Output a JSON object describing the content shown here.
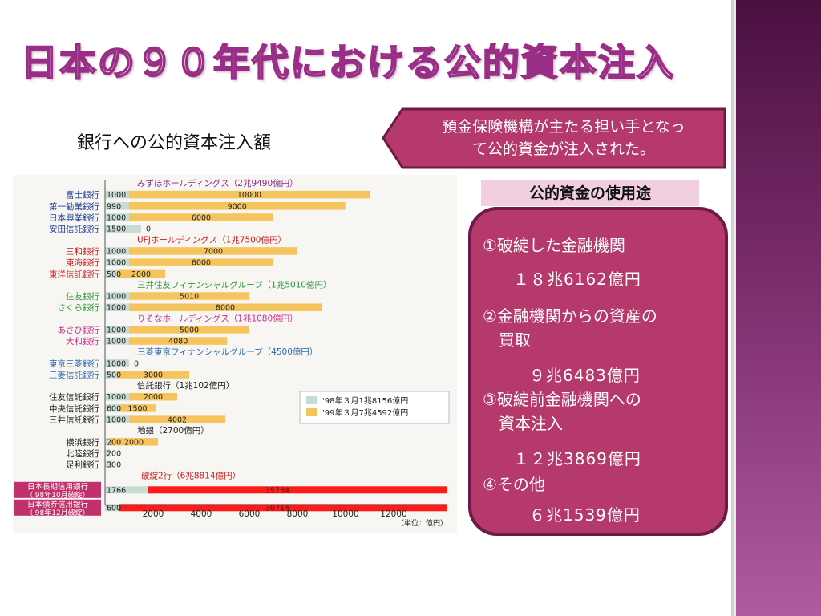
{
  "slide": {
    "title": "日本の９０年代における公的資本注入",
    "chart_heading": "銀行への公的資本注入額",
    "callout_line1": "預金保険機構が主たる担い手となっ",
    "callout_line2": "て公的資金が注入された。",
    "uses_label": "公的資金の使用途",
    "uses": [
      {
        "line1": "①破綻した金融機関",
        "line2": "",
        "amount": "１８兆6162億円"
      },
      {
        "line1": "②金融機関からの資産の",
        "line2": "買取",
        "amount": "９兆6483億円"
      },
      {
        "line1": "③破綻前金融機関への",
        "line2": "資本注入",
        "amount": "１２兆3869億円"
      },
      {
        "line1": "④その他",
        "line2": "",
        "amount": "６兆1539億円"
      }
    ],
    "colors": {
      "accent": "#b5396a",
      "sidebar": "#7a2c6c",
      "bar_1998": "#c8dcd6",
      "bar_1999": "#f6c45c",
      "bar_failed": "#ff1a1a"
    }
  },
  "chart_data": {
    "type": "bar",
    "orientation": "horizontal",
    "stacked": true,
    "xlim": [
      0,
      12000
    ],
    "xticks": [
      2000,
      4000,
      6000,
      8000,
      10000,
      12000
    ],
    "unit_label": "（単位：億円）",
    "legend": [
      {
        "label": "'98年３月1兆8156億円",
        "color": "#c8dcd6"
      },
      {
        "label": "'99年３月7兆4592億円",
        "color": "#f6c45c"
      }
    ],
    "groups": [
      {
        "name": "みずほホールディングス（2兆9490億円）",
        "color": "#8a2a8a",
        "banks": [
          {
            "label": "富士銀行",
            "color": "#1c3a9a",
            "v98": 1000,
            "v99": 10000,
            "t98": "1000",
            "t99": "10000"
          },
          {
            "label": "第一勧業銀行",
            "color": "#1c3a9a",
            "v98": 990,
            "v99": 9000,
            "t98": "990",
            "t99": "9000"
          },
          {
            "label": "日本興業銀行",
            "color": "#1c3a9a",
            "v98": 1000,
            "v99": 6000,
            "t98": "1000",
            "t99": "6000"
          },
          {
            "label": "安田信託銀行",
            "color": "#1c3a9a",
            "v98": 1500,
            "v99": 0,
            "t98": "1500",
            "t99": "0"
          }
        ]
      },
      {
        "name": "UFJホールディングス（1兆7500億円）",
        "color": "#cc1a1a",
        "banks": [
          {
            "label": "三和銀行",
            "color": "#cc1a1a",
            "v98": 1000,
            "v99": 7000,
            "t98": "1000",
            "t99": "7000"
          },
          {
            "label": "東海銀行",
            "color": "#cc1a1a",
            "v98": 1000,
            "v99": 6000,
            "t98": "1000",
            "t99": "6000"
          },
          {
            "label": "東洋信託銀行",
            "color": "#cc1a1a",
            "v98": 500,
            "v99": 2000,
            "t98": "500",
            "t99": "2000"
          }
        ]
      },
      {
        "name": "三井住友フィナンシャルグループ（1兆5010億円）",
        "color": "#2a9a3a",
        "banks": [
          {
            "label": "住友銀行",
            "color": "#2a9a3a",
            "v98": 1000,
            "v99": 5010,
            "t98": "1000",
            "t99": "5010"
          },
          {
            "label": "さくら銀行",
            "color": "#2a9a3a",
            "v98": 1000,
            "v99": 8000,
            "t98": "1000",
            "t99": "8000"
          }
        ]
      },
      {
        "name": "りそなホールディングス（1兆1080億円）",
        "color": "#cc2a8a",
        "banks": [
          {
            "label": "あさひ銀行",
            "color": "#cc2a8a",
            "v98": 1000,
            "v99": 5000,
            "t98": "1000",
            "t99": "5000"
          },
          {
            "label": "大和銀行",
            "color": "#cc2a8a",
            "v98": 1000,
            "v99": 4080,
            "t98": "1000",
            "t99": "4080"
          }
        ]
      },
      {
        "name": "三菱東京フィナンシャルグループ（4500億円）",
        "color": "#2a6ab0",
        "banks": [
          {
            "label": "東京三菱銀行",
            "color": "#2a6ab0",
            "v98": 1000,
            "v99": 0,
            "t98": "1000",
            "t99": "0"
          },
          {
            "label": "三菱信託銀行",
            "color": "#2a6ab0",
            "v98": 500,
            "v99": 3000,
            "t98": "500",
            "t99": "3000"
          }
        ]
      },
      {
        "name": "信託銀行（1兆102億円）",
        "color": "#222222",
        "banks": [
          {
            "label": "住友信託銀行",
            "color": "#222222",
            "v98": 1000,
            "v99": 2000,
            "t98": "1000",
            "t99": "2000"
          },
          {
            "label": "中央信託銀行",
            "color": "#222222",
            "v98": 600,
            "v99": 1500,
            "t98": "600",
            "t99": "1500"
          },
          {
            "label": "三井信託銀行",
            "color": "#222222",
            "v98": 1000,
            "v99": 4002,
            "t98": "1000",
            "t99": "4002"
          }
        ]
      },
      {
        "name": "地銀（2700億円）",
        "color": "#222222",
        "banks": [
          {
            "label": "横浜銀行",
            "color": "#222222",
            "v98": 200,
            "v99": 2000,
            "t98": "200",
            "t99": "2000"
          },
          {
            "label": "北陸銀行",
            "color": "#222222",
            "v98": 200,
            "v99": 0,
            "t98": "200",
            "t99": ""
          },
          {
            "label": "足利銀行",
            "color": "#222222",
            "v98": 300,
            "v99": 0,
            "t98": "300",
            "t99": ""
          }
        ]
      },
      {
        "name": "破綻2行（6兆8814億円）",
        "color": "#cc1a1a",
        "failed": true,
        "banks": [
          {
            "label": "日本長期信用銀行",
            "sublabel": "（'98年10月破綻）",
            "color": "#ffffff",
            "v98": 1766,
            "v99": 35734,
            "t98": "1766",
            "t99": "35734"
          },
          {
            "label": "日本債券信用銀行",
            "sublabel": "（'98年12月破綻）",
            "color": "#ffffff",
            "v98": 600,
            "v99": 30714,
            "t98": "600",
            "t99": "30714"
          }
        ]
      }
    ]
  }
}
